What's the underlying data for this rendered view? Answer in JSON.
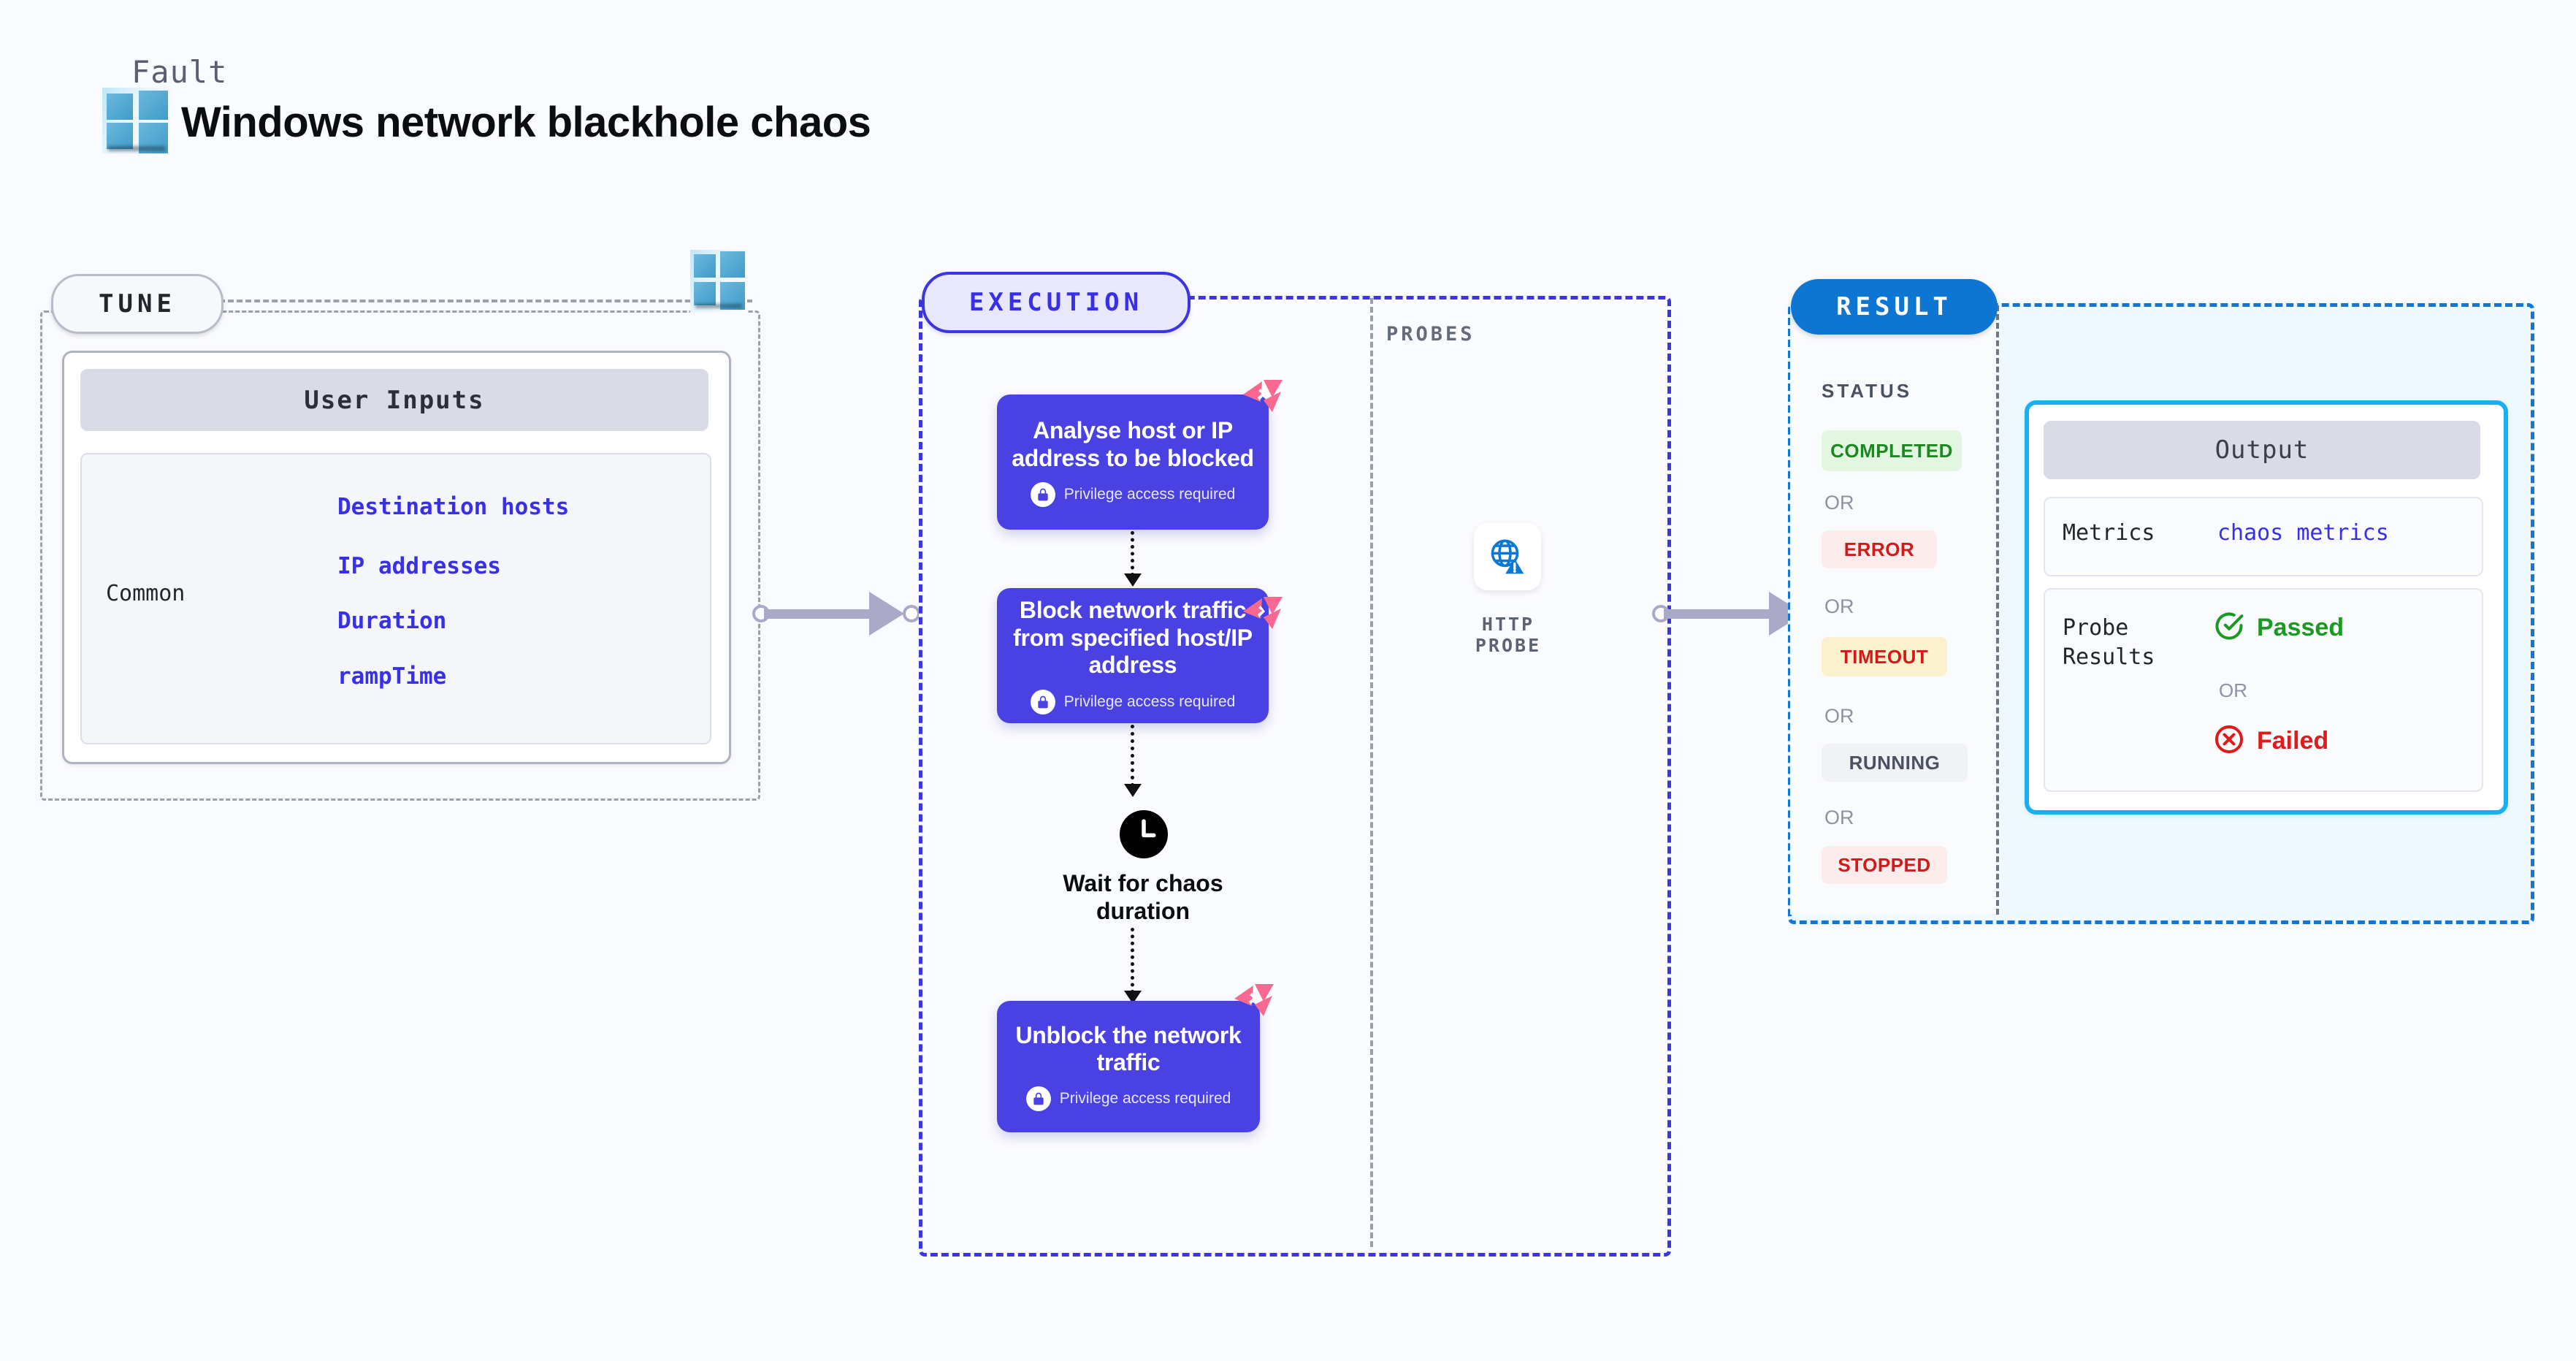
{
  "header": {
    "kicker": "Fault",
    "title": "Windows network blackhole chaos",
    "logo_icon": "windows-logo-icon"
  },
  "tune": {
    "pill_label": "TUNE",
    "logo_icon": "windows-logo-icon",
    "user_inputs_header": "User Inputs",
    "group_label": "Common",
    "params": [
      "Destination hosts",
      "IP addresses",
      "Duration",
      "rampTime"
    ],
    "param_color": "#3730e8"
  },
  "execution": {
    "pill_label": "EXECUTION",
    "accent": "#3d36e0",
    "fill": "#e4e4fb",
    "card_color": "#4a41e2",
    "privilege_text": "Privilege access required",
    "lock_icon": "lock-icon",
    "ribbon_icon": "litmus-ribbon-icon",
    "steps": [
      {
        "title": "Analyse host or IP address to be blocked",
        "privilege": "Privilege access required"
      },
      {
        "title": "Block network traffic from specified host/IP address",
        "privilege": "Privilege access required"
      }
    ],
    "wait": {
      "icon": "clock-icon",
      "label": "Wait for chaos duration"
    },
    "final_step": {
      "title": "Unblock the network traffic",
      "privilege": "Privilege access required"
    }
  },
  "probes": {
    "section_label": "PROBES",
    "items": [
      {
        "label": "HTTP PROBE",
        "icon": "globe-warning-icon",
        "icon_color": "#0a78d4"
      }
    ]
  },
  "result": {
    "pill_label": "RESULT",
    "accent": "#1277d4",
    "status_label": "STATUS",
    "or_label": "OR",
    "statuses": [
      {
        "label": "COMPLETED",
        "fg": "#1a8a1f",
        "bg": "#e2f6e2"
      },
      {
        "label": "ERROR",
        "fg": "#d11a1a",
        "bg": "#fdecec"
      },
      {
        "label": "TIMEOUT",
        "fg": "#d11a1a",
        "bg": "#fcf1cd"
      },
      {
        "label": "RUNNING",
        "fg": "#4a5160",
        "bg": "#f1f2f6"
      },
      {
        "label": "STOPPED",
        "fg": "#d11a1a",
        "bg": "#fdecec"
      }
    ],
    "output": {
      "header": "Output",
      "metrics_key": "Metrics",
      "metrics_value": "chaos metrics",
      "probe_results_key": "Probe Results",
      "passed_label": "Passed",
      "passed_icon": "check-circle-icon",
      "passed_color": "#1a9a22",
      "or_label": "OR",
      "failed_label": "Failed",
      "failed_icon": "x-circle-icon",
      "failed_color": "#e01b1b"
    }
  }
}
